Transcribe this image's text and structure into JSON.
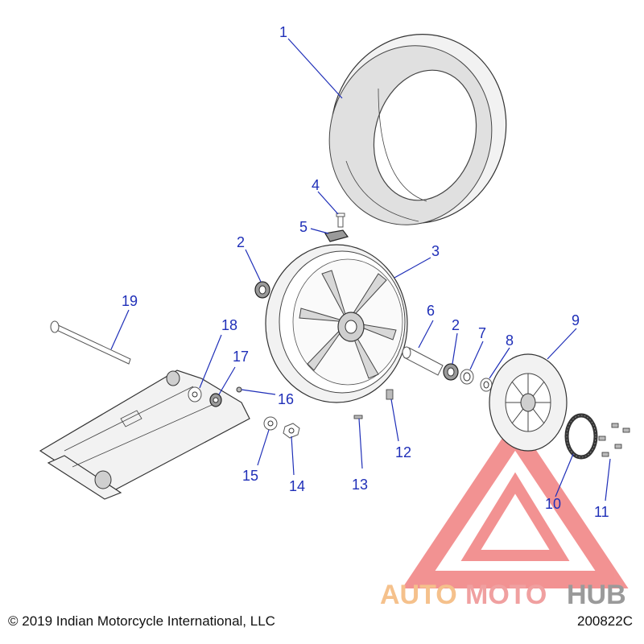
{
  "callouts": [
    {
      "id": "1",
      "text": "1"
    },
    {
      "id": "2a",
      "text": "2"
    },
    {
      "id": "2b",
      "text": "2"
    },
    {
      "id": "3",
      "text": "3"
    },
    {
      "id": "4",
      "text": "4"
    },
    {
      "id": "5",
      "text": "5"
    },
    {
      "id": "6",
      "text": "6"
    },
    {
      "id": "7",
      "text": "7"
    },
    {
      "id": "8",
      "text": "8"
    },
    {
      "id": "9",
      "text": "9"
    },
    {
      "id": "10",
      "text": "10"
    },
    {
      "id": "11",
      "text": "11"
    },
    {
      "id": "12",
      "text": "12"
    },
    {
      "id": "13",
      "text": "13"
    },
    {
      "id": "14",
      "text": "14"
    },
    {
      "id": "15",
      "text": "15"
    },
    {
      "id": "16",
      "text": "16"
    },
    {
      "id": "17",
      "text": "17"
    },
    {
      "id": "18",
      "text": "18"
    },
    {
      "id": "19",
      "text": "19"
    }
  ],
  "watermark": {
    "text_part1": "AUTO",
    "text_part2": "MOTO",
    "text_part3": "HUB",
    "color_part1": "#f5c18c",
    "color_part2": "#f0a0a0",
    "color_part3": "#9a9a9a",
    "logo_color": "#f08080"
  },
  "footer": {
    "copyright": "© 2019 Indian Motorcycle International, LLC",
    "diagram_code": "200822C"
  },
  "colors": {
    "callout": "#1f2fb8"
  }
}
